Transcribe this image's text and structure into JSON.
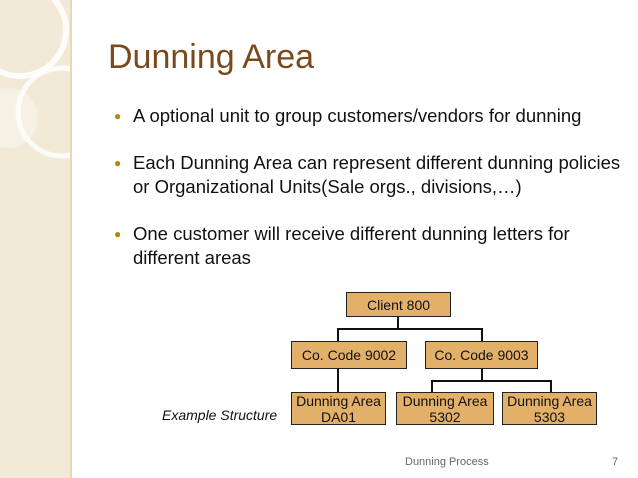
{
  "slide": {
    "title": "Dunning Area",
    "bullets": [
      "A optional unit to group customers/vendors for dunning",
      "Each Dunning Area can represent different dunning policies or Organizational Units(Sale orgs., divisions,…)",
      "One customer will receive different dunning letters for different areas"
    ],
    "example_label": "Example Structure",
    "footer_text": "Dunning Process",
    "page_number": "7"
  },
  "org_chart": {
    "client": "Client  800",
    "companies": [
      {
        "label": "Co. Code 9002",
        "areas": [
          "Dunning Area DA01"
        ]
      },
      {
        "label": "Co. Code 9003",
        "areas": [
          "Dunning Area 5302",
          "Dunning Area 5303"
        ]
      }
    ]
  },
  "colors": {
    "title": "#7a4a1d",
    "box_fill": "#e3b06a",
    "sidebar": "#f2ead6",
    "bullet": "#b8860b"
  }
}
